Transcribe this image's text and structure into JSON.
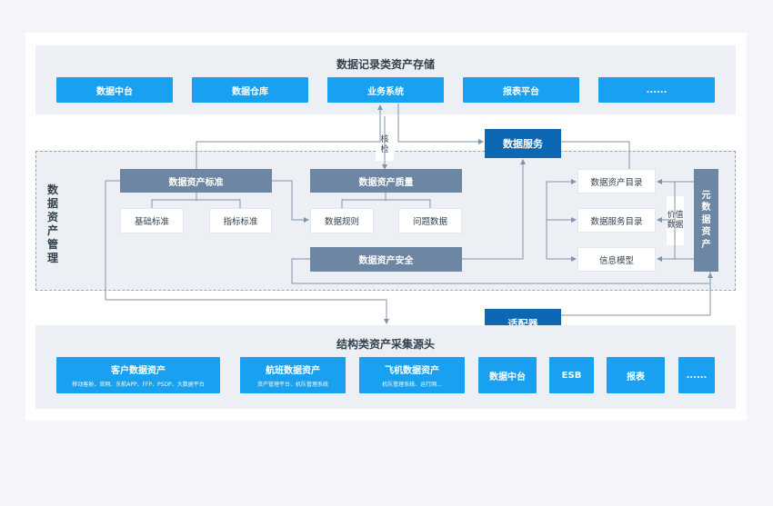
{
  "top": {
    "title": "数据记录类资产存储",
    "boxes": [
      "数据中台",
      "数据仓库",
      "业务系统",
      "报表平台",
      "......"
    ]
  },
  "middle": {
    "label": "数据资产管理",
    "verify_label": "核检",
    "data_service": "数据服务",
    "standard": "数据资产标准",
    "basic_standard": "基础标准",
    "index_standard": "指标标准",
    "quality": "数据资产质量",
    "data_rules": "数据规则",
    "problem_data": "问题数据",
    "security": "数据资产安全",
    "asset_catalog": "数据资产目录",
    "service_catalog": "数据服务目录",
    "info_model": "信息模型",
    "value_data": "价值数据",
    "meta_asset": "元数据资产",
    "adapter": "适配器"
  },
  "bottom": {
    "title": "结构类资产采集源头",
    "boxes": [
      {
        "label": "客户数据资产",
        "sub": "移动客舱、官网、东航APP、FFP、PSDP、大数据平台"
      },
      {
        "label": "航班数据资产",
        "sub": "资产管理平台、机队管理系统"
      },
      {
        "label": "飞机数据资产",
        "sub": "机队管理系统、运行网..."
      },
      {
        "label": "数据中台",
        "sub": ""
      },
      {
        "label": "ESB",
        "sub": ""
      },
      {
        "label": "报表",
        "sub": ""
      },
      {
        "label": "......",
        "sub": ""
      }
    ]
  },
  "colors": {
    "blue": "#1aa0f0",
    "navy": "#0d68b3",
    "slate": "#6c86a3",
    "line": "#7f94ab"
  }
}
